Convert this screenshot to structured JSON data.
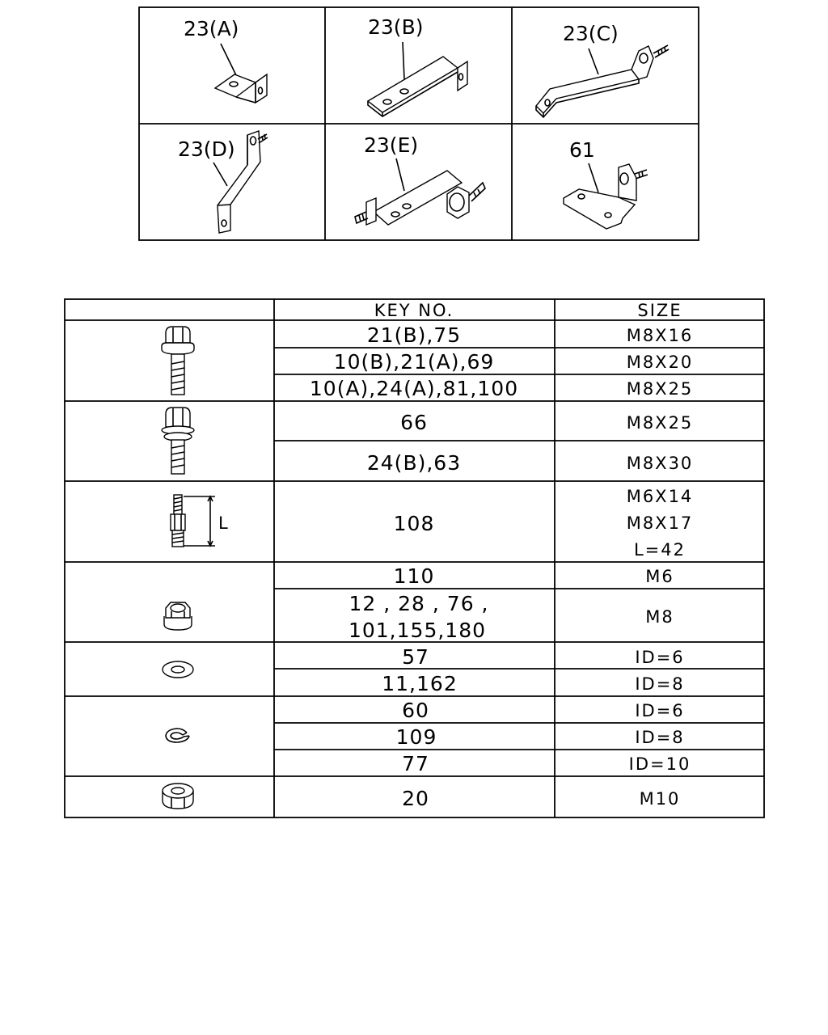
{
  "brackets": [
    {
      "id": "a",
      "label": "23(A)"
    },
    {
      "id": "b",
      "label": "23(B)"
    },
    {
      "id": "c",
      "label": "23(C)"
    },
    {
      "id": "d",
      "label": "23(D)"
    },
    {
      "id": "e",
      "label": "23(E)"
    },
    {
      "id": "f",
      "label": "61"
    }
  ],
  "table": {
    "header": {
      "key": "KEY NO.",
      "size": "SIZE"
    },
    "groups": [
      {
        "icon": "flange-bolt-icon",
        "rows": [
          {
            "key": "21(B),75",
            "size": "M8X16"
          },
          {
            "key": "10(B),21(A),69",
            "size": "M8X20"
          },
          {
            "key": "10(A),24(A),81,100",
            "size": "M8X25"
          }
        ]
      },
      {
        "icon": "bolt-with-washer-icon",
        "rows": [
          {
            "key": "66",
            "size": "M8X25"
          },
          {
            "key": "24(B),63",
            "size": "M8X30"
          }
        ]
      },
      {
        "icon": "stud-bolt-icon",
        "dimension": "L",
        "rows": [
          {
            "key": "108",
            "size": [
              "M6X14",
              "M8X17",
              "L=42"
            ]
          }
        ]
      },
      {
        "icon": "flange-nut-icon",
        "rows": [
          {
            "key": "110",
            "size": "M6"
          },
          {
            "key": [
              "12 , 28 , 76 ,",
              "101,155,180"
            ],
            "size": "M8"
          }
        ]
      },
      {
        "icon": "flat-washer-icon",
        "rows": [
          {
            "key": "57",
            "size": "ID=6"
          },
          {
            "key": "11,162",
            "size": "ID=8"
          }
        ]
      },
      {
        "icon": "snap-ring-icon",
        "rows": [
          {
            "key": "60",
            "size": "ID=6"
          },
          {
            "key": "109",
            "size": "ID=8"
          },
          {
            "key": "77",
            "size": "ID=10"
          }
        ]
      },
      {
        "icon": "hex-nut-icon",
        "rows": [
          {
            "key": "20",
            "size": "M10"
          }
        ]
      }
    ]
  }
}
